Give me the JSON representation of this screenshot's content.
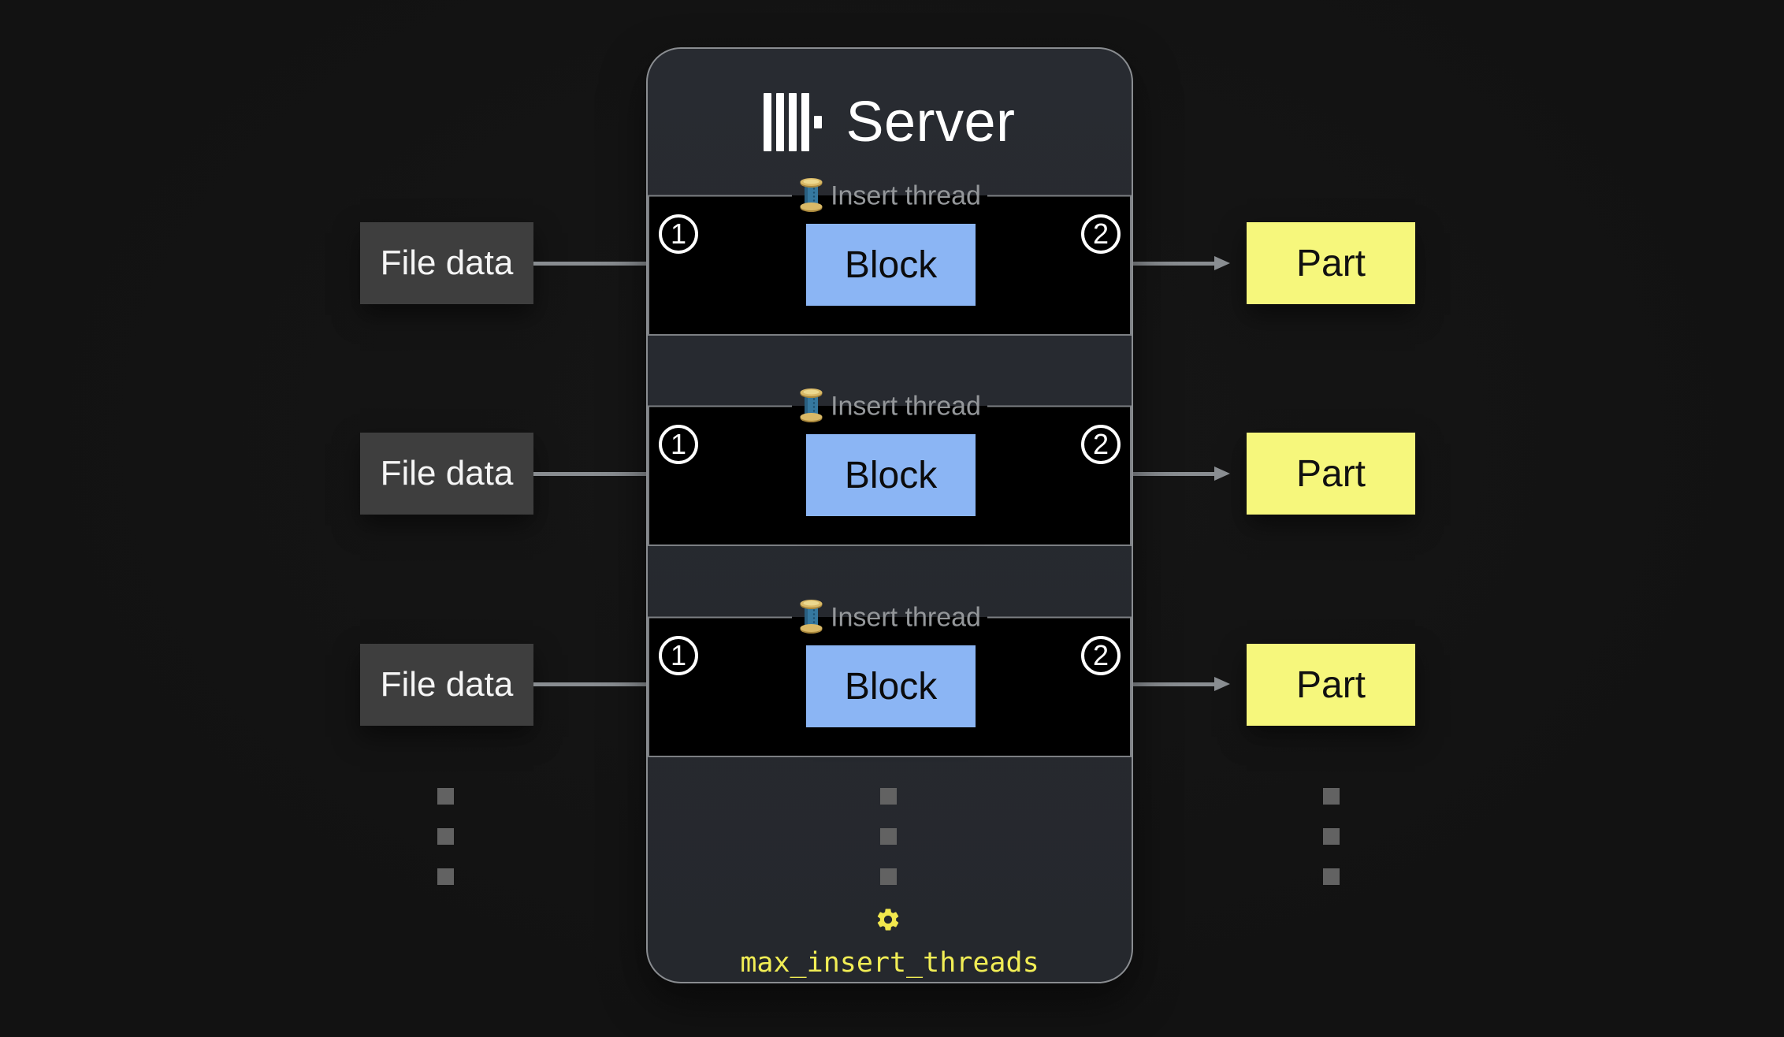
{
  "colors": {
    "canvas_bg": "#161616",
    "panel_bg": "#282b31",
    "panel_border": "#8a8d91",
    "section_bg": "#000000",
    "section_border": "#7c7f83",
    "legend_text": "#94979a",
    "file_box_bg": "#3e3e3e",
    "file_box_text": "#f5f5f5",
    "block_bg": "#8bb5f4",
    "block_text": "#0b0b0b",
    "part_bg": "#f6f77c",
    "part_text": "#111111",
    "arrow": "#898d91",
    "circle": "#ffffff",
    "dots": "#626262",
    "gear": "#f2e84d",
    "setting_text": "#f1ed55"
  },
  "server": {
    "title": "Server",
    "logo": "clickhouse-logo",
    "threads": [
      {
        "legend": "Insert thread",
        "step_in": "1",
        "step_out": "2",
        "block": "Block"
      },
      {
        "legend": "Insert thread",
        "step_in": "1",
        "step_out": "2",
        "block": "Block"
      },
      {
        "legend": "Insert thread",
        "step_in": "1",
        "step_out": "2",
        "block": "Block"
      }
    ],
    "setting_label": "max_insert_threads"
  },
  "rows": [
    {
      "input": "File data",
      "output": "Part"
    },
    {
      "input": "File data",
      "output": "Part"
    },
    {
      "input": "File data",
      "output": "Part"
    }
  ]
}
